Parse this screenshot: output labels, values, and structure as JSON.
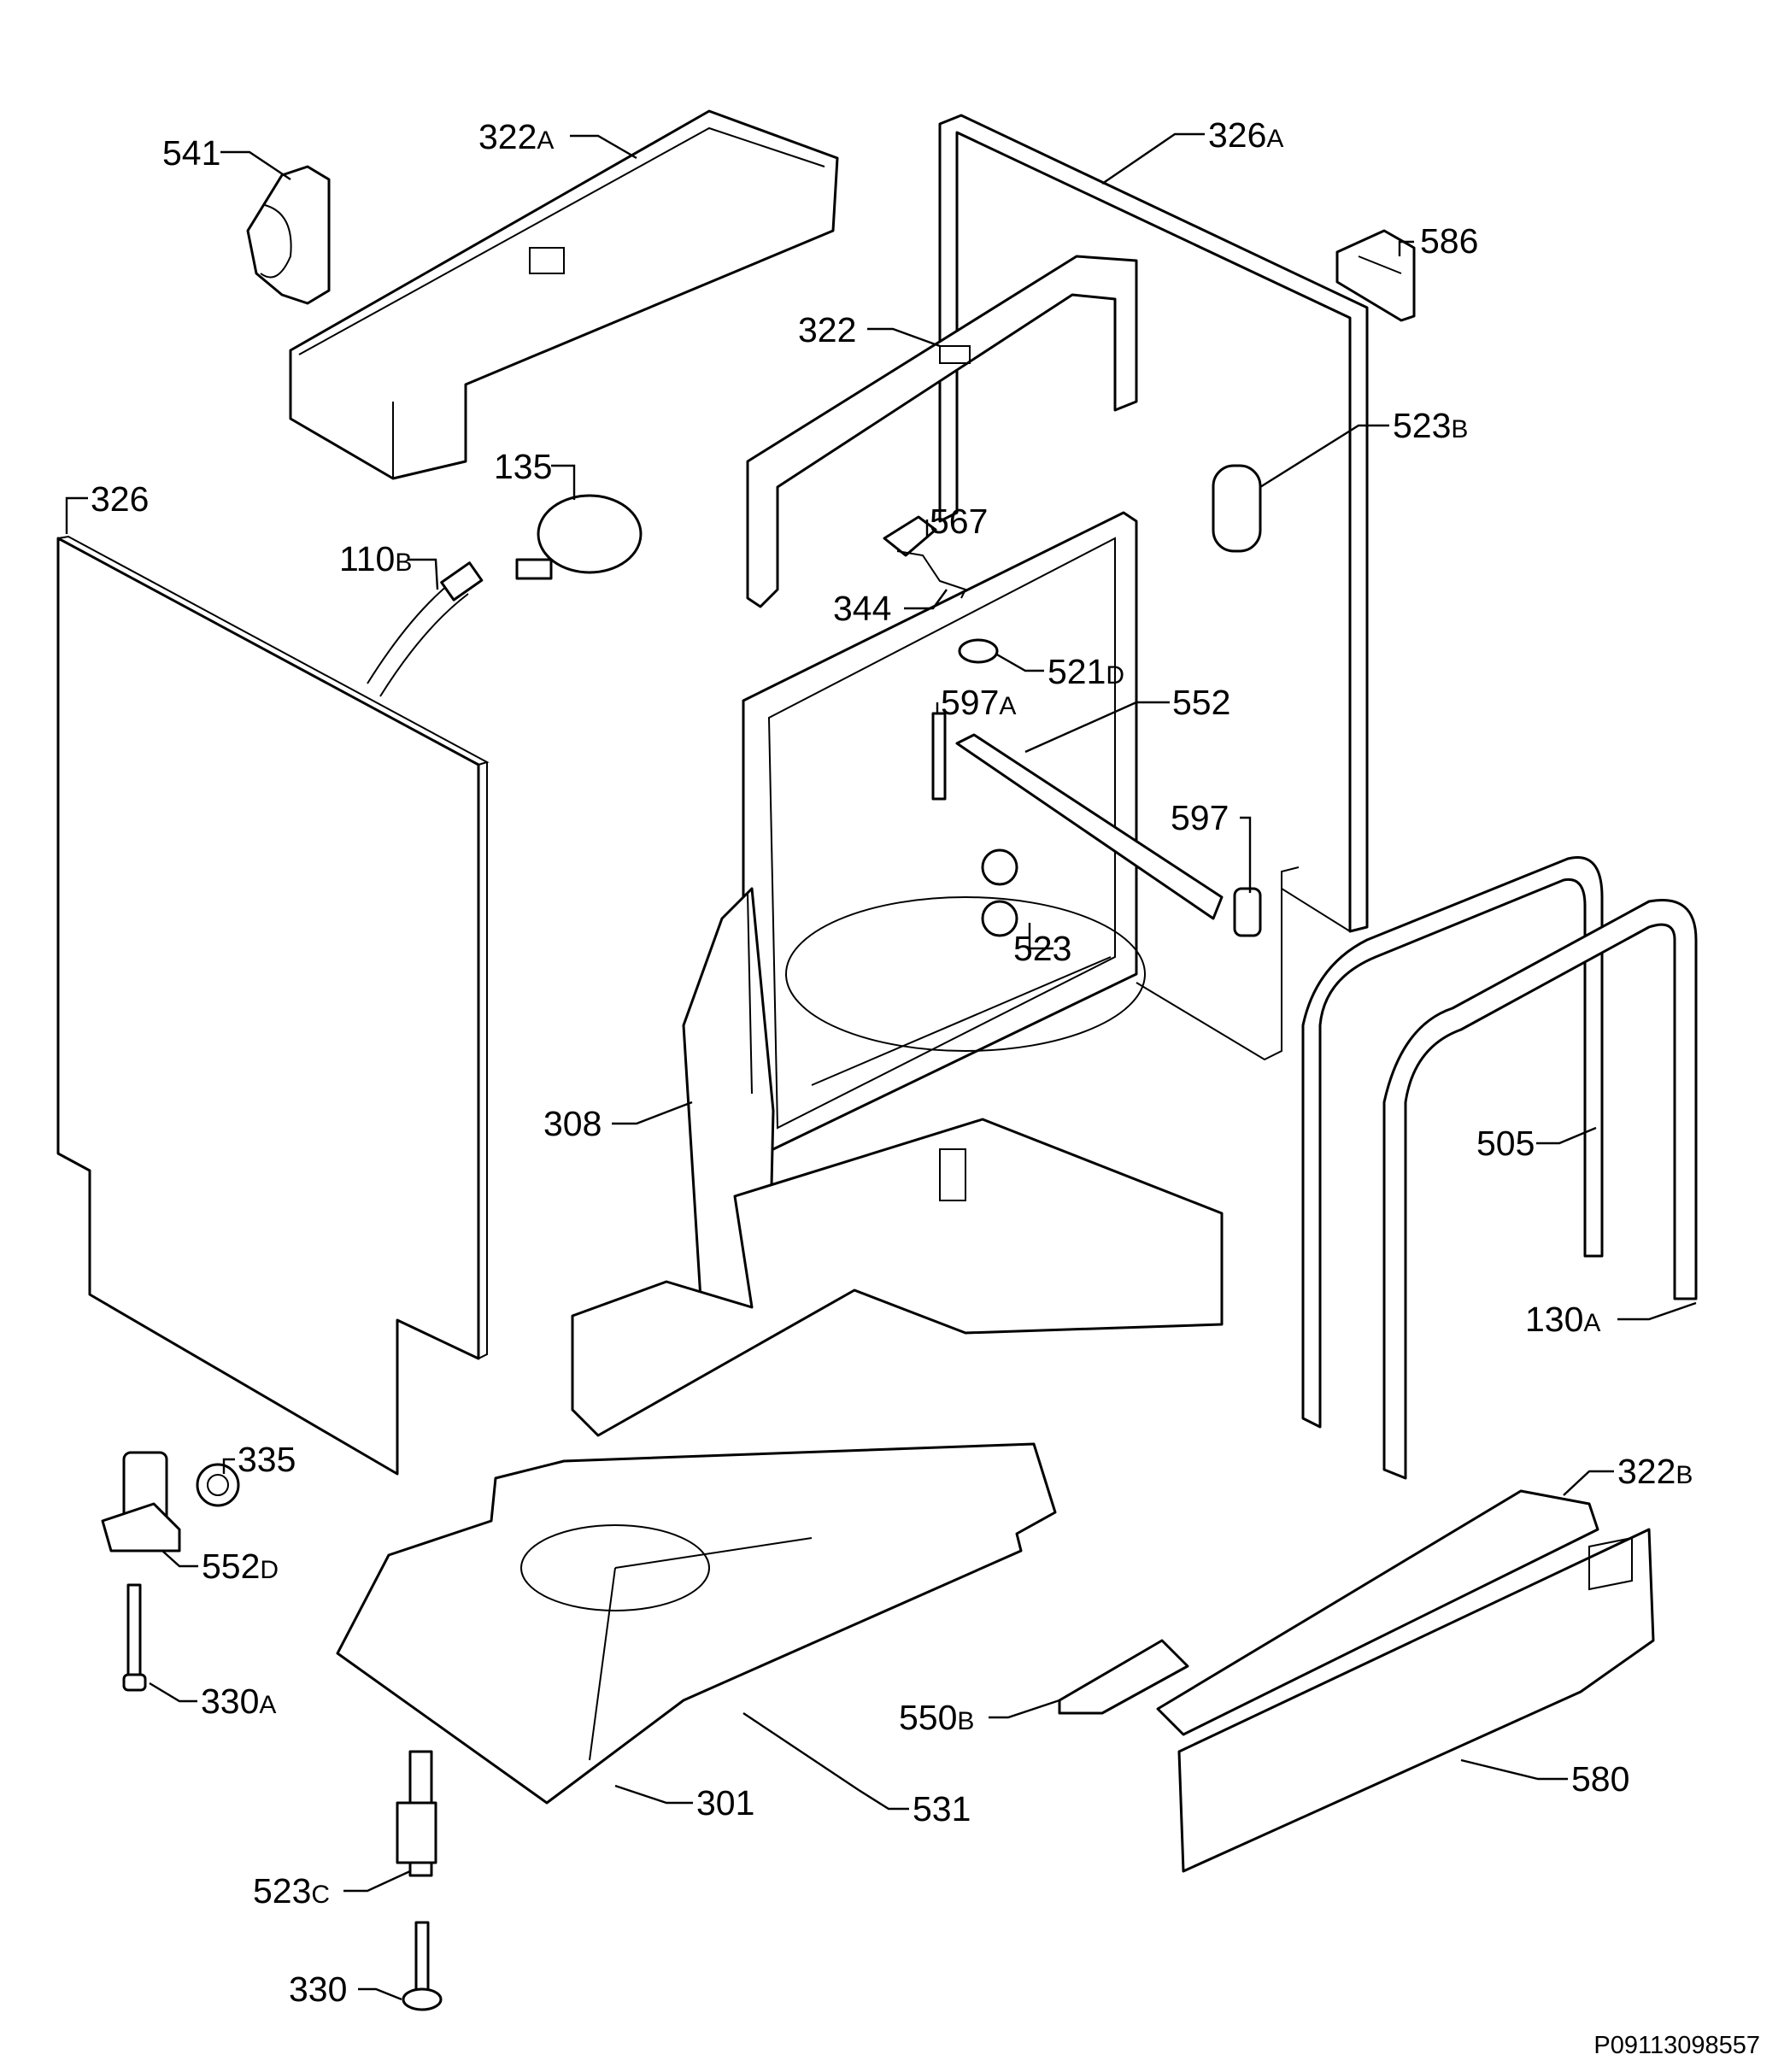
{
  "document_id": "P09113098557",
  "callouts": [
    {
      "id": "c541",
      "number": "541",
      "suffix": ""
    },
    {
      "id": "c322A",
      "number": "322",
      "suffix": "A"
    },
    {
      "id": "c326A",
      "number": "326",
      "suffix": "A"
    },
    {
      "id": "c586",
      "number": "586",
      "suffix": ""
    },
    {
      "id": "c322",
      "number": "322",
      "suffix": ""
    },
    {
      "id": "c523B",
      "number": "523",
      "suffix": "B"
    },
    {
      "id": "c135",
      "number": "135",
      "suffix": ""
    },
    {
      "id": "c326",
      "number": "326",
      "suffix": ""
    },
    {
      "id": "c110B",
      "number": "110",
      "suffix": "B"
    },
    {
      "id": "c567",
      "number": "567",
      "suffix": ""
    },
    {
      "id": "c344",
      "number": "344",
      "suffix": ""
    },
    {
      "id": "c521D",
      "number": "521",
      "suffix": "D"
    },
    {
      "id": "c597A",
      "number": "597",
      "suffix": "A"
    },
    {
      "id": "c552",
      "number": "552",
      "suffix": ""
    },
    {
      "id": "c597",
      "number": "597",
      "suffix": ""
    },
    {
      "id": "c523",
      "number": "523",
      "suffix": ""
    },
    {
      "id": "c308",
      "number": "308",
      "suffix": ""
    },
    {
      "id": "c505",
      "number": "505",
      "suffix": ""
    },
    {
      "id": "c130A",
      "number": "130",
      "suffix": "A"
    },
    {
      "id": "c335",
      "number": "335",
      "suffix": ""
    },
    {
      "id": "c552D",
      "number": "552",
      "suffix": "D"
    },
    {
      "id": "c322B",
      "number": "322",
      "suffix": "B"
    },
    {
      "id": "c330A",
      "number": "330",
      "suffix": "A"
    },
    {
      "id": "c550B",
      "number": "550",
      "suffix": "B"
    },
    {
      "id": "c580",
      "number": "580",
      "suffix": ""
    },
    {
      "id": "c301",
      "number": "301",
      "suffix": ""
    },
    {
      "id": "c531",
      "number": "531",
      "suffix": ""
    },
    {
      "id": "c523C",
      "number": "523",
      "suffix": "C"
    },
    {
      "id": "c330",
      "number": "330",
      "suffix": ""
    }
  ]
}
